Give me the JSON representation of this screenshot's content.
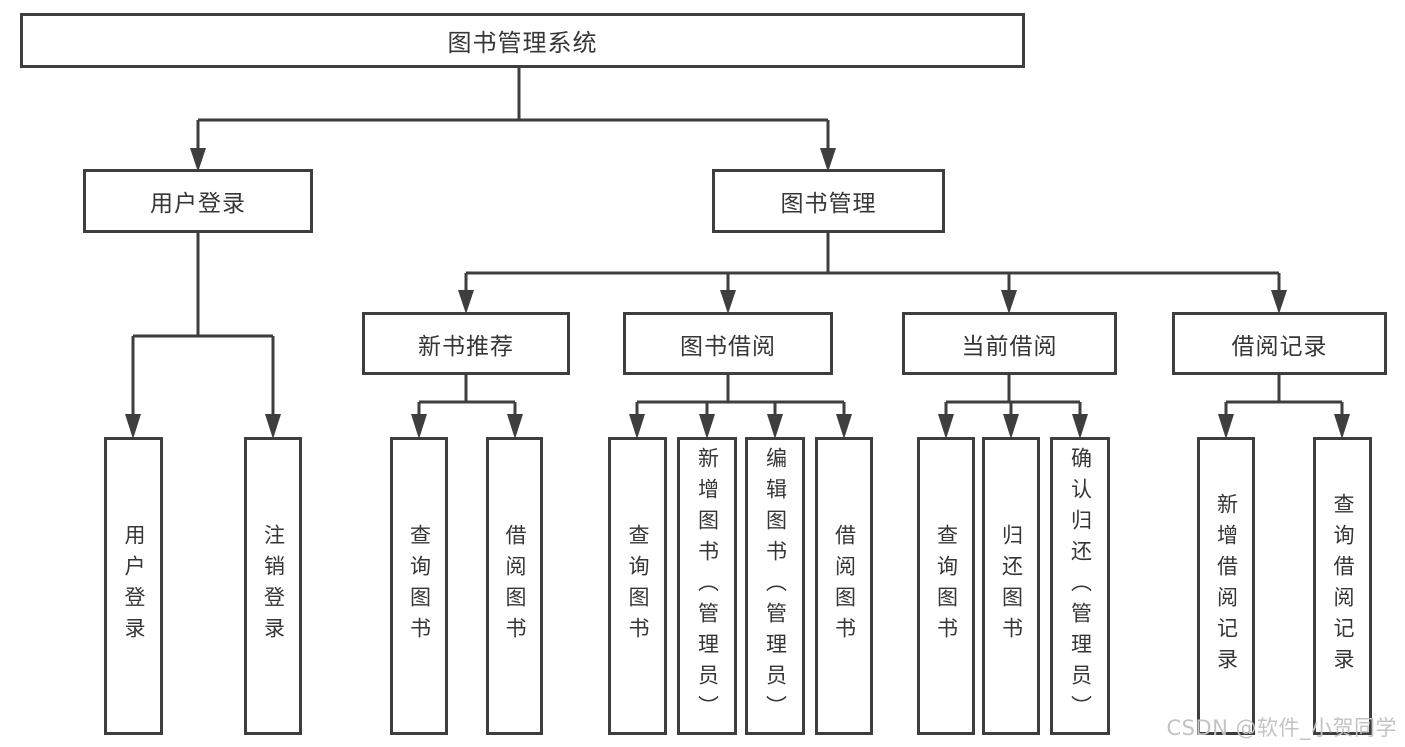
{
  "diagram": {
    "root": {
      "label": "图书管理系统"
    },
    "user_login": {
      "label": "用户登录",
      "children": [
        {
          "label": "用户登录"
        },
        {
          "label": "注销登录"
        }
      ]
    },
    "book_management": {
      "label": "图书管理",
      "sections": [
        {
          "label": "新书推荐",
          "children": [
            {
              "label": "查询图书"
            },
            {
              "label": "借阅图书"
            }
          ]
        },
        {
          "label": "图书借阅",
          "children": [
            {
              "label": "查询图书"
            },
            {
              "label": "新增图书（管理员）"
            },
            {
              "label": "编辑图书（管理员）"
            },
            {
              "label": "借阅图书"
            }
          ]
        },
        {
          "label": "当前借阅",
          "children": [
            {
              "label": "查询图书"
            },
            {
              "label": "归还图书"
            },
            {
              "label": "确认归还（管理员）"
            }
          ]
        },
        {
          "label": "借阅记录",
          "children": [
            {
              "label": "新增借阅记录"
            },
            {
              "label": "查询借阅记录"
            }
          ]
        }
      ]
    }
  },
  "watermark": {
    "text": "CSDN @软件_小贺同学"
  },
  "colors": {
    "line": "#3e3e3e",
    "text": "#363636",
    "watermark": "#c3c3c3",
    "canvas": "#ffffff"
  }
}
